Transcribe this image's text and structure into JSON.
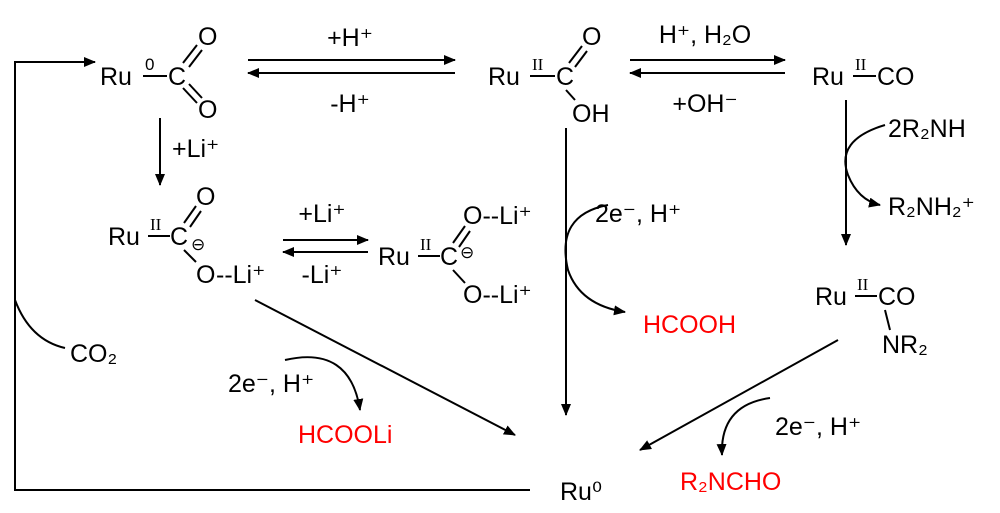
{
  "species": {
    "ru0_co2": {
      "metal": "Ru",
      "ox": "0",
      "c": "C",
      "o1": "O",
      "o2": "O"
    },
    "ru2_cooh": {
      "metal": "Ru",
      "ox": "II",
      "c": "C",
      "o1": "O",
      "oh": "OH"
    },
    "ru2_co": {
      "metal": "Ru",
      "ox": "II",
      "co": "CO"
    },
    "ru2_coo_li": {
      "metal": "Ru",
      "ox": "II",
      "c": "C",
      "o1": "O",
      "o2": "O",
      "li": "--Li⁺",
      "charge": "⊖"
    },
    "ru2_coo_li2": {
      "metal": "Ru",
      "ox": "II",
      "c": "C",
      "o1": "O--Li⁺",
      "o2": "O--Li⁺",
      "charge": "⊖"
    },
    "ru2_conr2": {
      "metal": "Ru",
      "ox": "II",
      "co": "CO",
      "nr2": "NR₂"
    },
    "ru0": "Ru⁰"
  },
  "reagents": {
    "plus_h": "+H⁺",
    "minus_h": "-H⁺",
    "h_h2o": "H⁺, H₂O",
    "plus_oh": "+OH⁻",
    "plus_li_down": "+Li⁺",
    "plus_li": "+Li⁺",
    "minus_li": "-Li⁺",
    "amine": "2R₂NH",
    "ammonium": "R₂NH₂⁺",
    "co2": "CO₂",
    "e_h_1": "2e⁻, H⁺",
    "e_h_2": "2e⁻, H⁺",
    "e_h_3": "2e⁻, H⁺"
  },
  "products": {
    "hcooh": "HCOOH",
    "hcooli": "HCOOLi",
    "r2ncho": "R₂NCHO"
  },
  "colors": {
    "product": "#ff0000",
    "line": "#000000"
  }
}
